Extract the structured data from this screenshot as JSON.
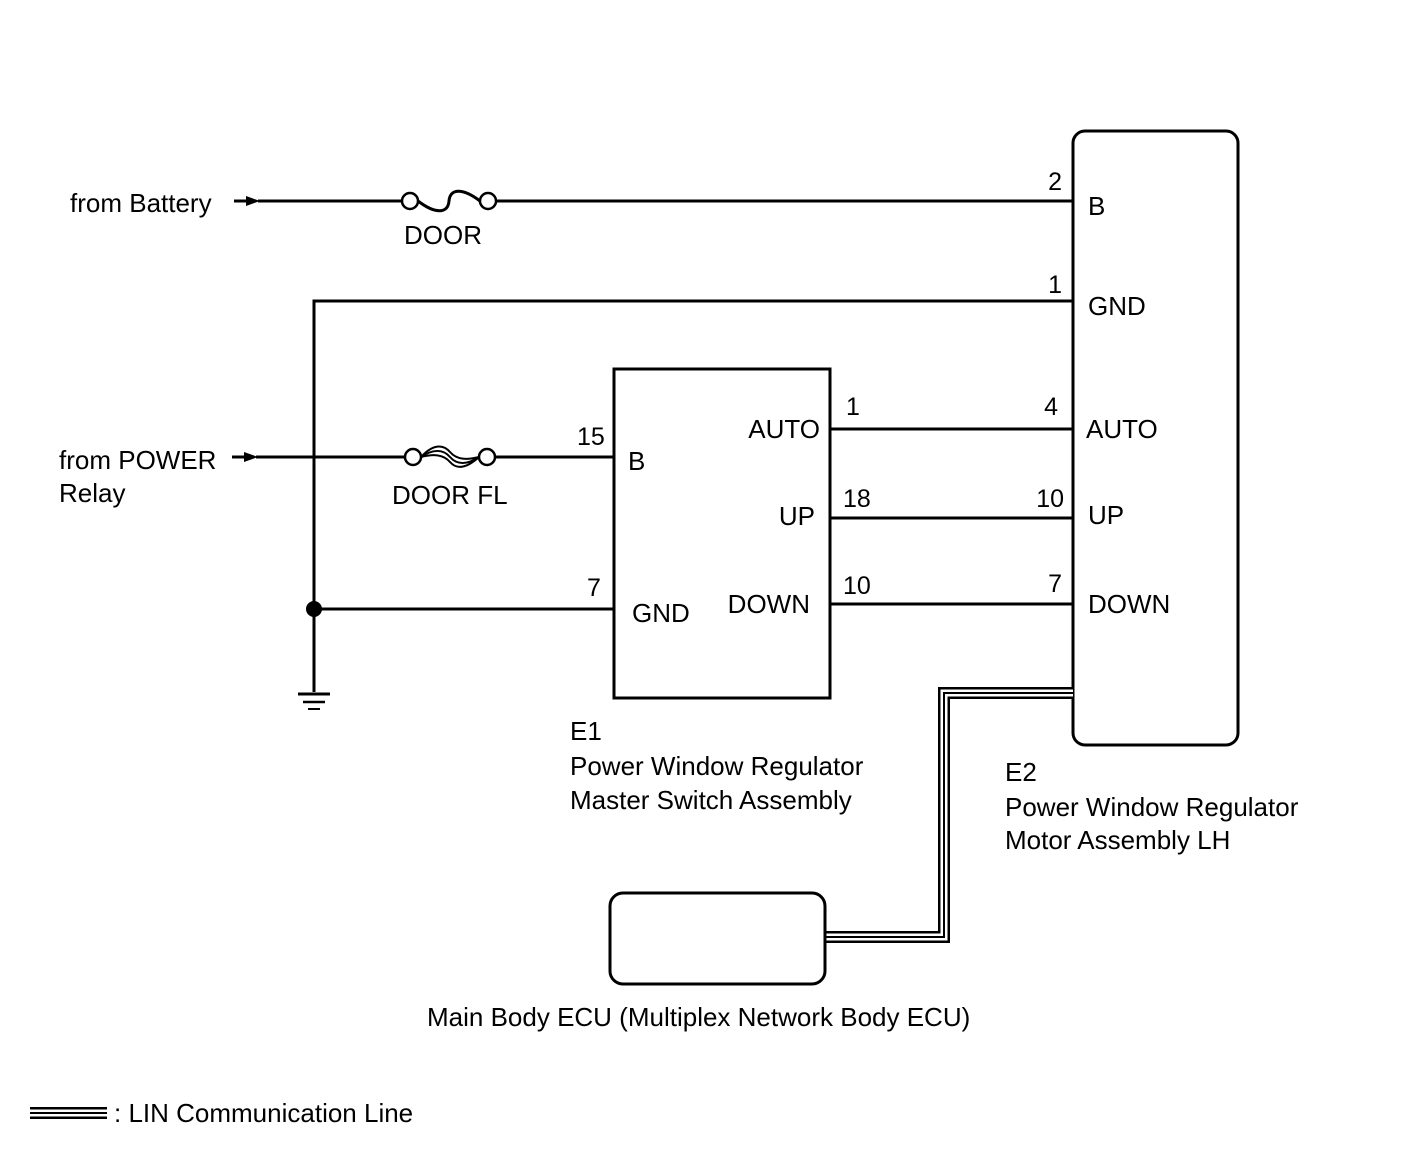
{
  "sources": {
    "battery": "from Battery",
    "power_relay_line1": "from POWER",
    "power_relay_line2": "Relay"
  },
  "fuses": {
    "door": "DOOR",
    "door_fl": "DOOR FL"
  },
  "e1": {
    "code": "E1",
    "name_line1": "Power Window Regulator",
    "name_line2": "Master Switch Assembly",
    "terminals": {
      "b": "B",
      "gnd": "GND",
      "auto": "AUTO",
      "up": "UP",
      "down": "DOWN"
    },
    "pins": {
      "b": "15",
      "gnd": "7",
      "auto": "1",
      "up": "18",
      "down": "10"
    }
  },
  "e2": {
    "code": "E2",
    "name_line1": "Power Window Regulator",
    "name_line2": "Motor Assembly LH",
    "terminals": {
      "b": "B",
      "gnd": "GND",
      "auto": "AUTO",
      "up": "UP",
      "down": "DOWN"
    },
    "pins": {
      "b": "2",
      "gnd": "1",
      "auto": "4",
      "up": "10",
      "down": "7"
    }
  },
  "ecu": {
    "name": "Main Body ECU (Multiplex Network Body ECU)"
  },
  "legend": {
    "label": ": LIN Communication Line"
  }
}
